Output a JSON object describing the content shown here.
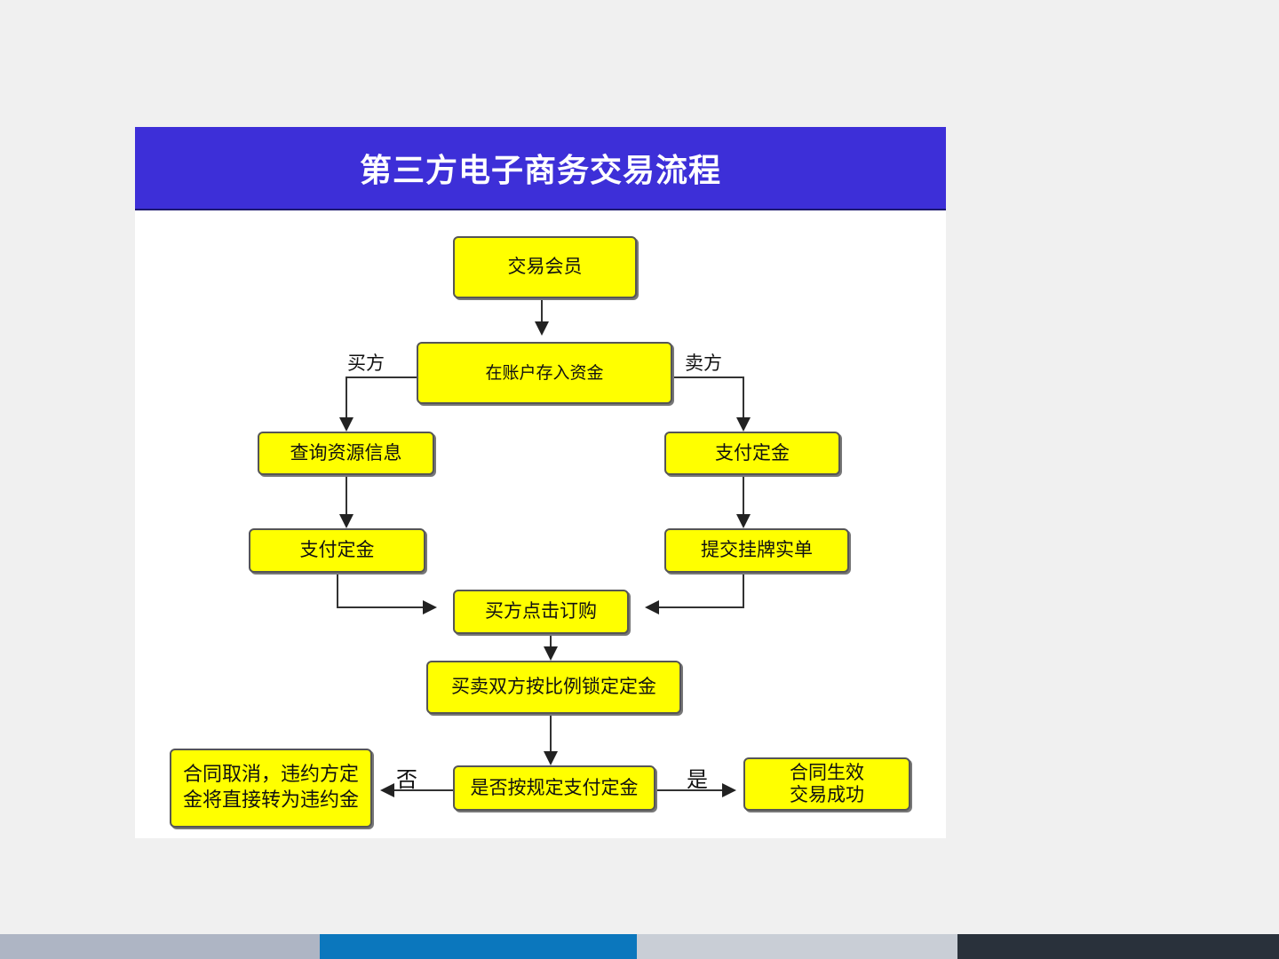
{
  "title": "第三方电子商务交易流程",
  "nodes": {
    "member": "交易会员",
    "deposit": "在账户存入资金",
    "query": "查询资源信息",
    "pay_deposit_right": "支付定金",
    "pay_deposit_left": "支付定金",
    "submit_listing": "提交挂牌实单",
    "buyer_order": "买方点击订购",
    "lock_deposit": "买卖双方按比例锁定定金",
    "decision": "是否按规定支付定金",
    "cancel_line1": "合同取消，违约方定",
    "cancel_line2": "金将直接转为违约金",
    "success_line1": "合同生效",
    "success_line2": "交易成功"
  },
  "edge_labels": {
    "buyer": "买方",
    "seller": "卖方",
    "no": "否",
    "yes": "是"
  },
  "colors": {
    "header": "#3d2fd8",
    "node": "#ffff00",
    "footer": [
      "#aeb5c4",
      "#0b77bd",
      "#c9ced6",
      "#29313b"
    ]
  }
}
